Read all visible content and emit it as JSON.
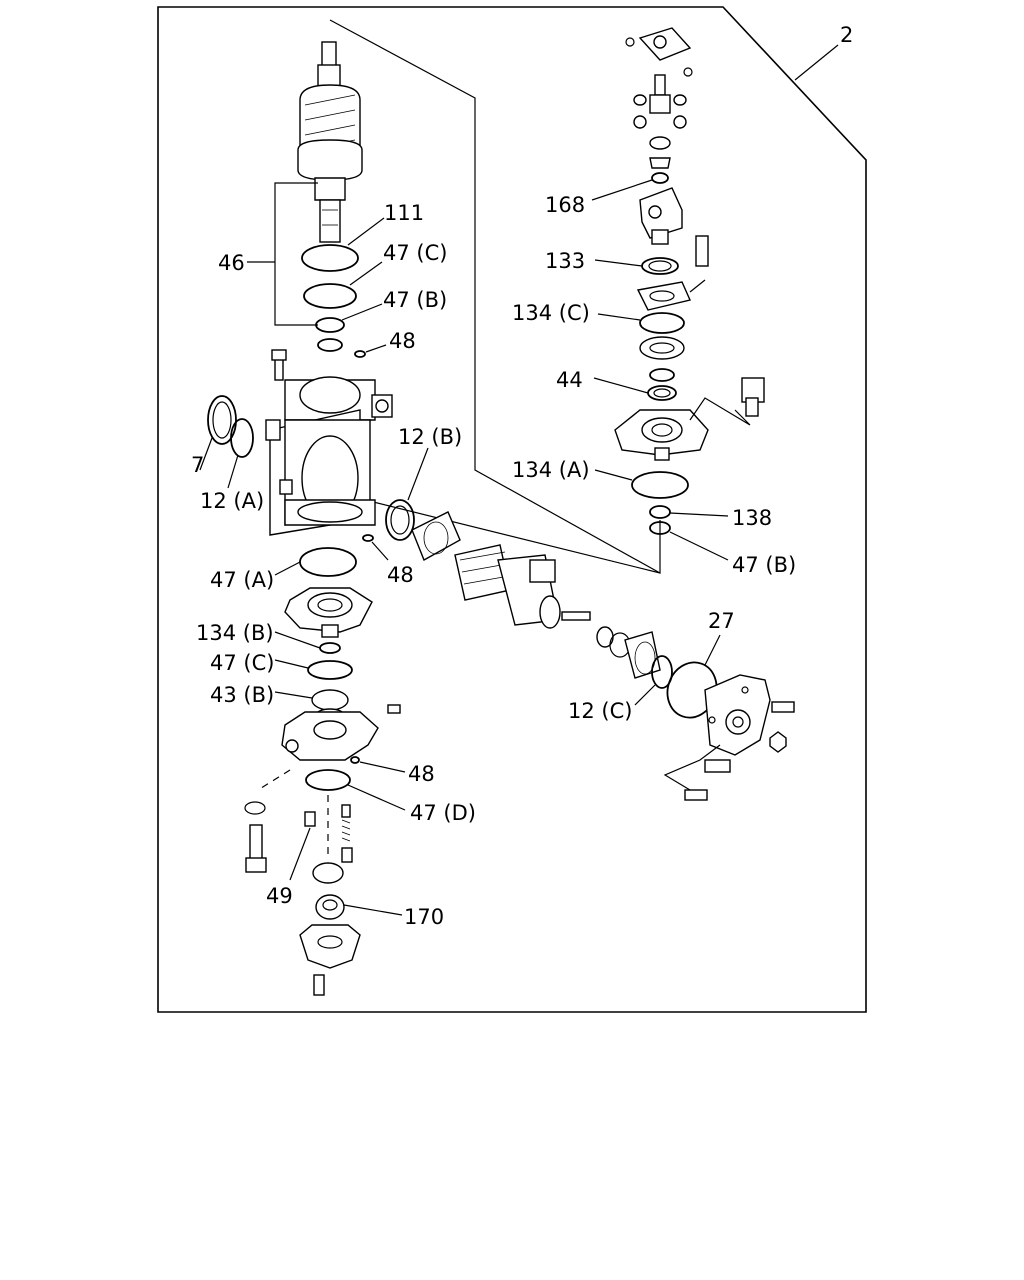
{
  "labels": {
    "l2": "2",
    "l168": "168",
    "l133": "133",
    "l134c": "134 (C)",
    "l44": "44",
    "l134a": "134 (A)",
    "l138": "138",
    "l47b_right": "47 (B)",
    "l111": "111",
    "l47c_top": "47 (C)",
    "l46": "46",
    "l47b_top": "47 (B)",
    "l48_top": "48",
    "l7": "7",
    "l12b": "12 (B)",
    "l12a": "12 (A)",
    "l48_mid": "48",
    "l47a": "47 (A)",
    "l134b": "134 (B)",
    "l47c_low": "47 (C)",
    "l43b": "43 (B)",
    "l48_low": "48",
    "l47d": "47 (D)",
    "l49": "49",
    "l170": "170",
    "l27": "27",
    "l12c": "12 (C)"
  }
}
